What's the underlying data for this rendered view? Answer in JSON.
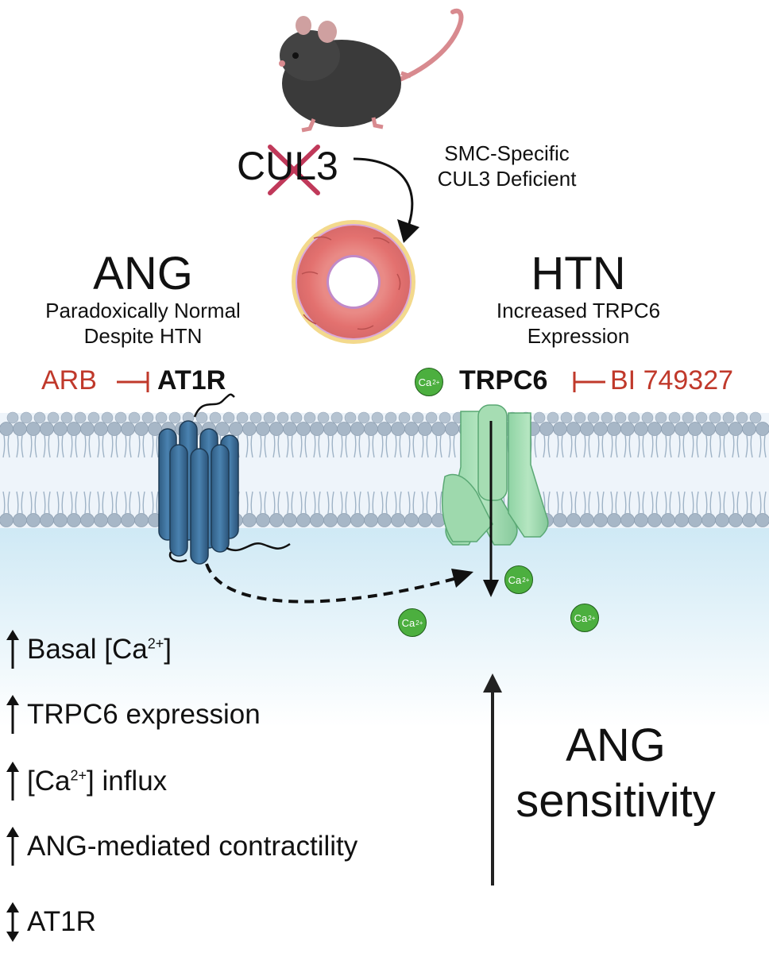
{
  "mouse": {
    "icon": "mouse-icon"
  },
  "gene": {
    "label": "CUL3",
    "x_mark_color": "#c0395a"
  },
  "model": {
    "line1": "SMC-Specific",
    "line2": "CUL3 Deficient"
  },
  "vessel": {
    "icon": "artery-cross-section-icon"
  },
  "left_panel": {
    "title": "ANG",
    "subtitle_line1": "Paradoxically Normal",
    "subtitle_line2": "Despite HTN",
    "inhibitor": "ARB",
    "receptor": "AT1R"
  },
  "right_panel": {
    "title": "HTN",
    "subtitle_line1": "Increased TRPC6",
    "subtitle_line2": "Expression",
    "channel": "TRPC6",
    "inhibitor": "BI 749327"
  },
  "calcium": {
    "label": "Ca",
    "charge": "2+"
  },
  "effects": [
    {
      "direction": "up",
      "text_before": "Basal [Ca",
      "sup": "2+",
      "text_after": "]"
    },
    {
      "direction": "up",
      "text_before": "TRPC6 expression",
      "sup": "",
      "text_after": ""
    },
    {
      "direction": "up",
      "text_before": "[Ca",
      "sup": "2+",
      "text_after": "] influx"
    },
    {
      "direction": "up",
      "text_before": "ANG-mediated contractility",
      "sup": "",
      "text_after": ""
    },
    {
      "direction": "up-down",
      "text_before": "AT1R",
      "sup": "",
      "text_after": ""
    }
  ],
  "sensitivity": {
    "line1": "ANG",
    "line2": "sensitivity",
    "direction": "up"
  },
  "colors": {
    "inhibitor_red": "#c0392b",
    "receptor_blue": "#3a6d96",
    "channel_green": "#8fd3a4",
    "calcium_green": "#4caf3f",
    "membrane_head": "#a7b7c7"
  }
}
